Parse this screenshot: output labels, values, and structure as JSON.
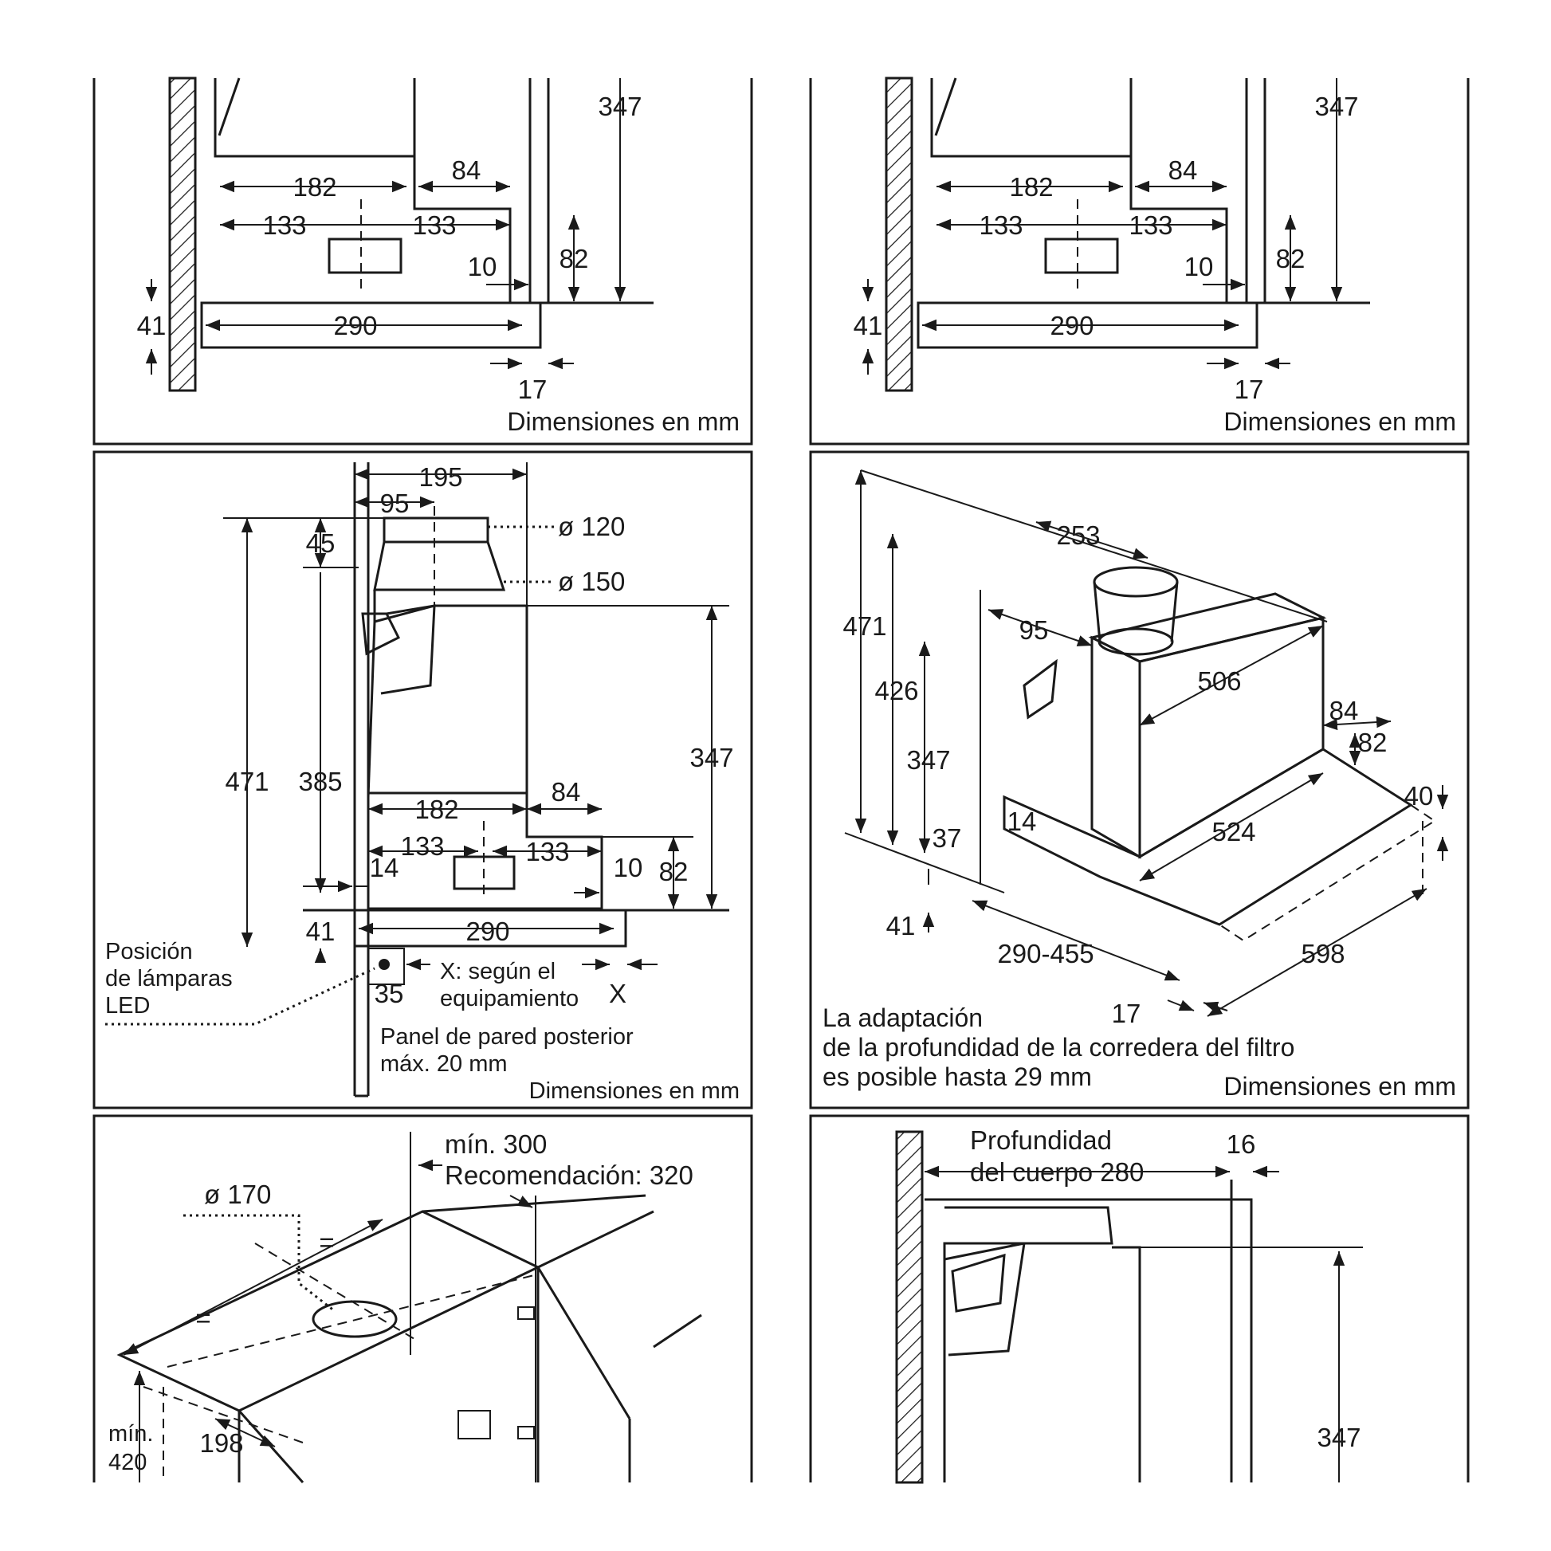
{
  "caption": "Dimensiones en mm",
  "panel1": {
    "dims": [
      "347",
      "182",
      "84",
      "133",
      "133",
      "82",
      "10",
      "41",
      "290",
      "17"
    ]
  },
  "panel2": {
    "dims": [
      "347",
      "182",
      "84",
      "133",
      "133",
      "82",
      "10",
      "41",
      "290",
      "17"
    ]
  },
  "panel3": {
    "dims": {
      "w195": "195",
      "w95": "95",
      "d120": "ø 120",
      "d150": "ø 150",
      "h45": "45",
      "h471": "471",
      "h385": "385",
      "h347": "347",
      "w182": "182",
      "w84": "84",
      "w133a": "133",
      "w133b": "133",
      "h14": "14",
      "h10": "10",
      "h82": "82",
      "h41": "41",
      "w290": "290",
      "w35": "35",
      "x": "X"
    },
    "led_label": [
      "Posición",
      "de lámparas",
      "LED"
    ],
    "x_note": [
      "X: según el",
      "equipamiento"
    ],
    "wall_panel_note": [
      "Panel de pared posterior",
      "máx. 20 mm"
    ]
  },
  "panel4": {
    "dims": {
      "d253": "253",
      "d95": "95",
      "h471": "471",
      "h426": "426",
      "h347": "347",
      "d506": "506",
      "d84": "84",
      "d82": "82",
      "d40": "40",
      "d524": "524",
      "d14": "14",
      "d37": "37",
      "d41": "41",
      "d290_455": "290-455",
      "d598": "598",
      "d17": "17"
    },
    "note": [
      "La adaptación",
      "de la profundidad de la corredera del filtro",
      "es posible hasta 29 mm"
    ]
  },
  "panel5": {
    "min300": "mín. 300",
    "recommend": "Recomendación: 320",
    "d170": "ø 170",
    "eq1": "=",
    "eq2": "=",
    "d198": "198",
    "min420": [
      "mín.",
      "420"
    ]
  },
  "panel6": {
    "depth_label": [
      "Profundidad",
      "del cuerpo 280"
    ],
    "d16": "16",
    "h347": "347"
  }
}
